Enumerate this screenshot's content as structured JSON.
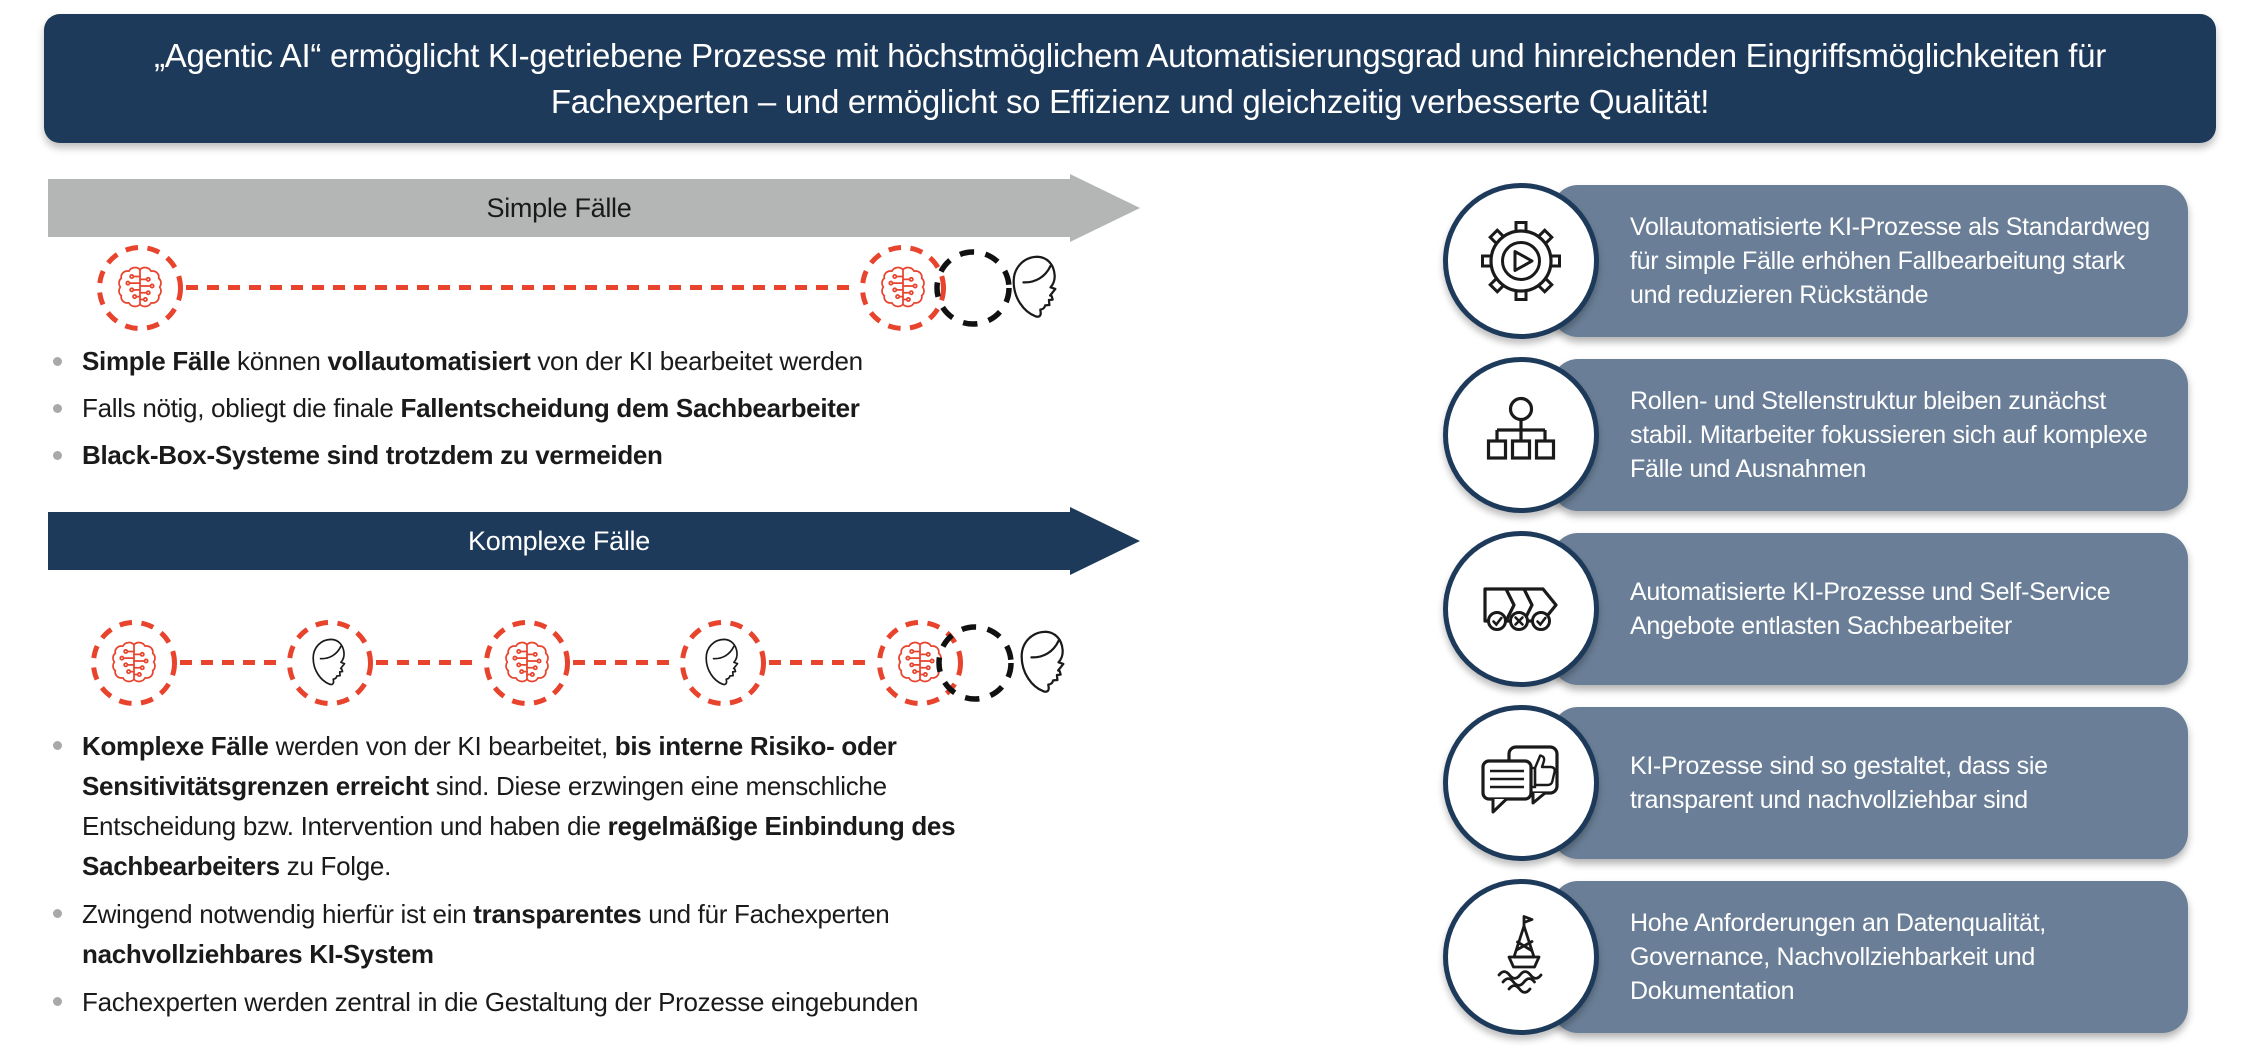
{
  "header": {
    "title": "„Agentic AI“ ermöglicht KI-getriebene Prozesse mit höchstmöglichem Automatisierungsgrad und hinreichenden Eingriffsmöglichkeiten für Fachexperten – und ermöglicht so Effizienz und gleichzeitig verbesserte Qualität!"
  },
  "left": {
    "simple": {
      "arrow_label": "Simple Fälle",
      "sequence": [
        "brain-icon",
        "brain-icon",
        "handoff-circle",
        "head-icon"
      ],
      "bullets": [
        {
          "segments": [
            {
              "text": "Simple Fälle",
              "bold": true
            },
            {
              "text": " können ",
              "bold": false
            },
            {
              "text": "vollautomatisiert",
              "bold": true
            },
            {
              "text": " von der KI bearbeitet werden",
              "bold": false
            }
          ]
        },
        {
          "segments": [
            {
              "text": "Falls nötig, obliegt die finale ",
              "bold": false
            },
            {
              "text": "Fallentscheidung dem Sachbearbeiter",
              "bold": true
            }
          ]
        },
        {
          "segments": [
            {
              "text": "Black-Box-Systeme sind trotzdem zu vermeiden",
              "bold": true
            }
          ]
        }
      ]
    },
    "komplex": {
      "arrow_label": "Komplexe Fälle",
      "sequence": [
        "brain-icon",
        "head-icon",
        "brain-icon",
        "head-icon",
        "brain-icon",
        "handoff-circle",
        "head-icon"
      ],
      "bullets": [
        {
          "segments": [
            {
              "text": "Komplexe Fälle",
              "bold": true
            },
            {
              "text": " werden von der KI bearbeitet, ",
              "bold": false
            },
            {
              "text": "bis interne Risiko- oder Sensitivitätsgrenzen erreicht",
              "bold": true
            },
            {
              "text": " sind. Diese erzwingen eine menschliche Entscheidung bzw. Intervention und haben die ",
              "bold": false
            },
            {
              "text": "regelmäßige Einbindung des Sachbearbeiters",
              "bold": true
            },
            {
              "text": " zu Folge.",
              "bold": false
            }
          ]
        },
        {
          "segments": [
            {
              "text": "Zwingend notwendig hierfür ist ein ",
              "bold": false
            },
            {
              "text": "transparentes",
              "bold": true
            },
            {
              "text": " und für Fachexperten ",
              "bold": false
            },
            {
              "text": "nachvollziehbares KI-System",
              "bold": true
            }
          ]
        },
        {
          "segments": [
            {
              "text": "Fachexperten werden zentral in die Gestaltung der Prozesse eingebunden",
              "bold": false
            }
          ]
        }
      ]
    }
  },
  "right": {
    "cards": [
      {
        "icon": "gear-play-icon",
        "text": "Vollautomatisierte KI-Prozesse als Standardweg für simple Fälle erhöhen Fallbearbeitung stark und reduzieren Rückstände"
      },
      {
        "icon": "org-chart-icon",
        "text": "Rollen- und Stellenstruktur bleiben zunächst stabil. Mitarbeiter fokussieren sich auf komplexe Fälle und Ausnahmen"
      },
      {
        "icon": "process-train-icon",
        "text": "Automatisierte KI-Prozesse und Self-Service Angebote entlasten Sachbearbeiter"
      },
      {
        "icon": "chat-thumbs-up-icon",
        "text": "KI-Prozesse sind so gestaltet, dass sie transparent und nachvollziehbar sind"
      },
      {
        "icon": "buoy-icon",
        "text": "Hohe Anforderungen an Datenqualität, Governance, Nachvollziehbarkeit und Dokumentation"
      }
    ]
  },
  "colors": {
    "navy": "#1E3A5A",
    "slate_card": "#6A7F97",
    "arrow_gray": "#B4B6B6",
    "ai_red": "#E8432D",
    "bullet_gray": "#A9A9A9"
  }
}
